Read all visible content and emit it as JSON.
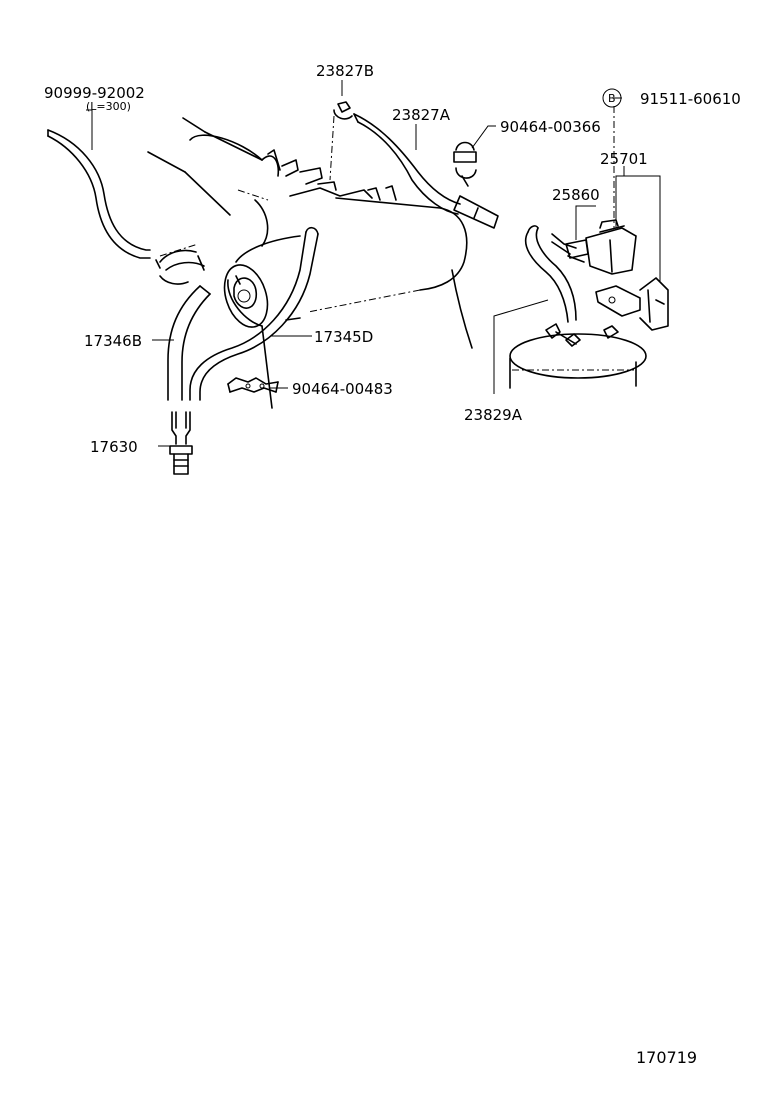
{
  "labels": {
    "p90999": "90999-92002",
    "p90999_len": "(L=300)",
    "p23827b": "23827B",
    "p23827a": "23827A",
    "p90464_366": "90464-00366",
    "p91511": "91511-60610",
    "p91511_badge": "B",
    "p25701": "25701",
    "p25860": "25860",
    "p17346b": "17346B",
    "p17345d": "17345D",
    "p90464_483": "90464-00483",
    "p23829a": "23829A",
    "p17630": "17630"
  },
  "drawing_number": "170719"
}
